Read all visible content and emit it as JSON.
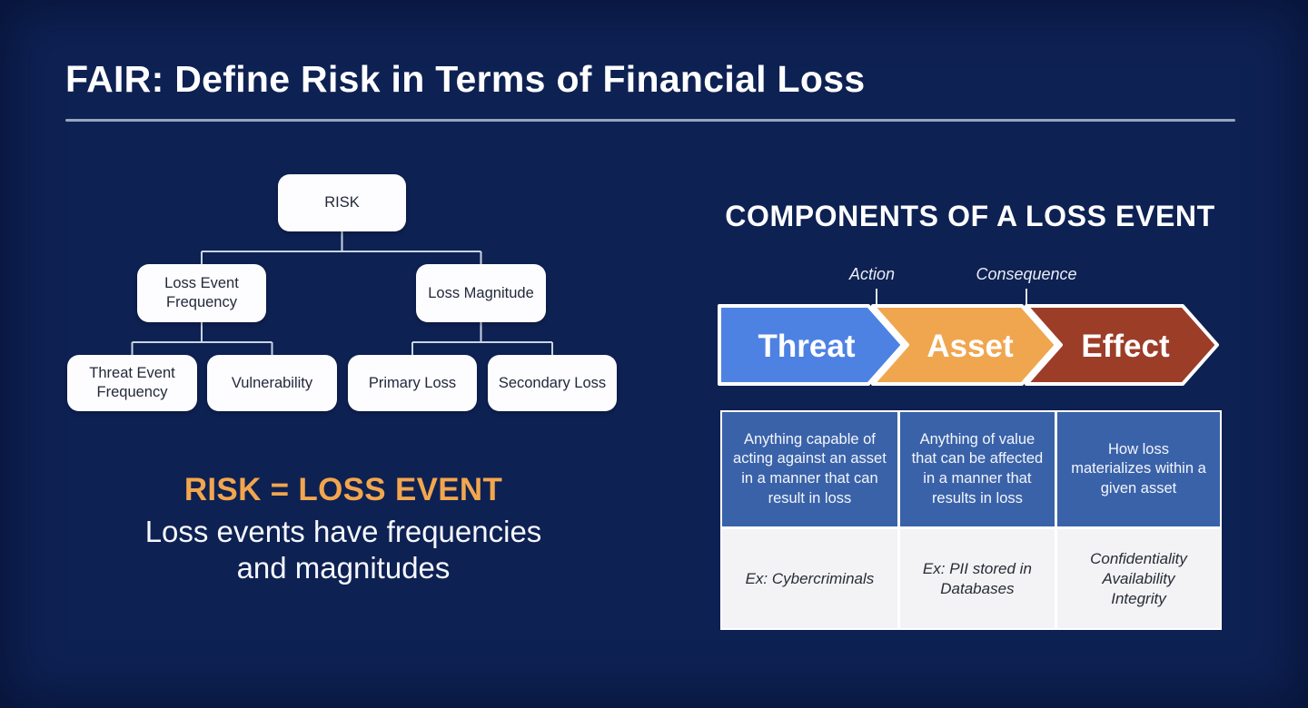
{
  "slide": {
    "title": "FAIR: Define Risk in Terms of Financial Loss"
  },
  "colors": {
    "background": "#0e2153",
    "accent_orange": "#f2a64e",
    "threat_blue": "#4d82e3",
    "asset_orange": "#f0a64f",
    "effect_red": "#9c3d28",
    "table_blue": "#3a62a9"
  },
  "risk_tree": {
    "root": "RISK",
    "branches": [
      {
        "label": "Loss Event Frequency",
        "children": [
          "Threat Event Frequency",
          "Vulnerability"
        ]
      },
      {
        "label": "Loss Magnitude",
        "children": [
          "Primary Loss",
          "Secondary Loss"
        ]
      }
    ]
  },
  "callout": {
    "headline": "RISK = LOSS EVENT",
    "line1": "Loss events have frequencies",
    "line2": "and magnitudes"
  },
  "loss_event": {
    "heading": "COMPONENTS OF A LOSS EVENT",
    "annotations": {
      "action": "Action",
      "consequence": "Consequence"
    },
    "arrows": [
      {
        "label": "Threat",
        "color": "#4d82e3"
      },
      {
        "label": "Asset",
        "color": "#f0a64f"
      },
      {
        "label": "Effect",
        "color": "#9c3d28"
      }
    ],
    "definitions": [
      "Anything capable of acting against an asset in a manner that can result in loss",
      "Anything of value that can be affected in a manner that results in loss",
      "How loss materializes within a given asset"
    ],
    "examples": [
      {
        "lines": [
          "Ex: Cybercriminals",
          "",
          ""
        ]
      },
      {
        "lines": [
          "Ex: PII stored in",
          "Databases",
          ""
        ]
      },
      {
        "lines": [
          "Confidentiality",
          "Availability",
          "Integrity"
        ]
      }
    ]
  }
}
